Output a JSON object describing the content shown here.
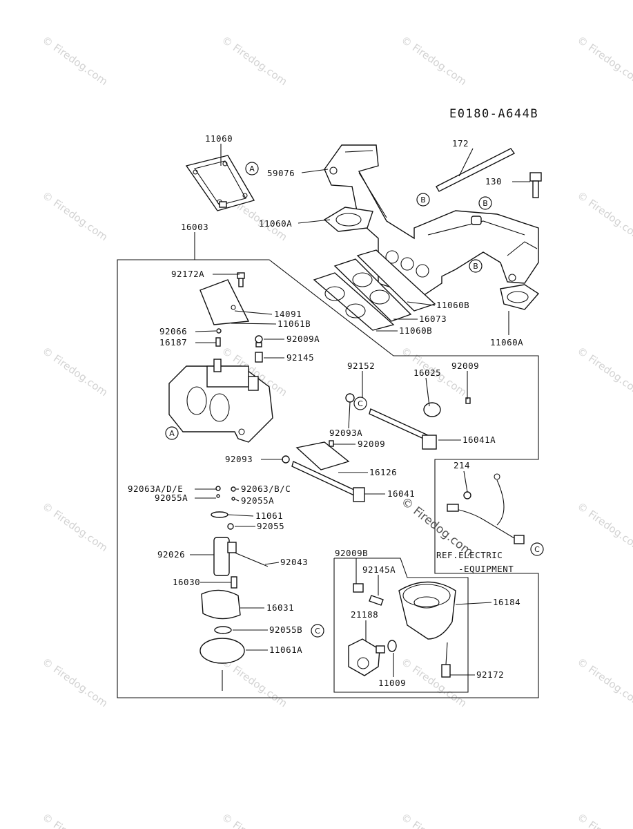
{
  "diagram_code": "E0180-A644B",
  "watermark": "© Firedog.com",
  "ref_note_line1": "REF.ELECTRIC",
  "ref_note_line2": "-EQUIPMENT",
  "callout_letters": [
    "A",
    "B",
    "C"
  ],
  "parts": [
    "11060",
    "172",
    "59076",
    "130",
    "11060A",
    "16003",
    "92172A",
    "14091",
    "11061B",
    "92066",
    "16187",
    "92009A",
    "92145",
    "11060B",
    "16073",
    "92152",
    "92009",
    "16025",
    "92093A",
    "16041A",
    "92093",
    "16126",
    "92063A/D/E",
    "92063/B/C",
    "92055A",
    "16041",
    "11061",
    "92055",
    "214",
    "92026",
    "92043",
    "92009B",
    "92145A",
    "16184",
    "16030",
    "16031",
    "21188",
    "92055B",
    "11061A",
    "11009",
    "92172"
  ]
}
